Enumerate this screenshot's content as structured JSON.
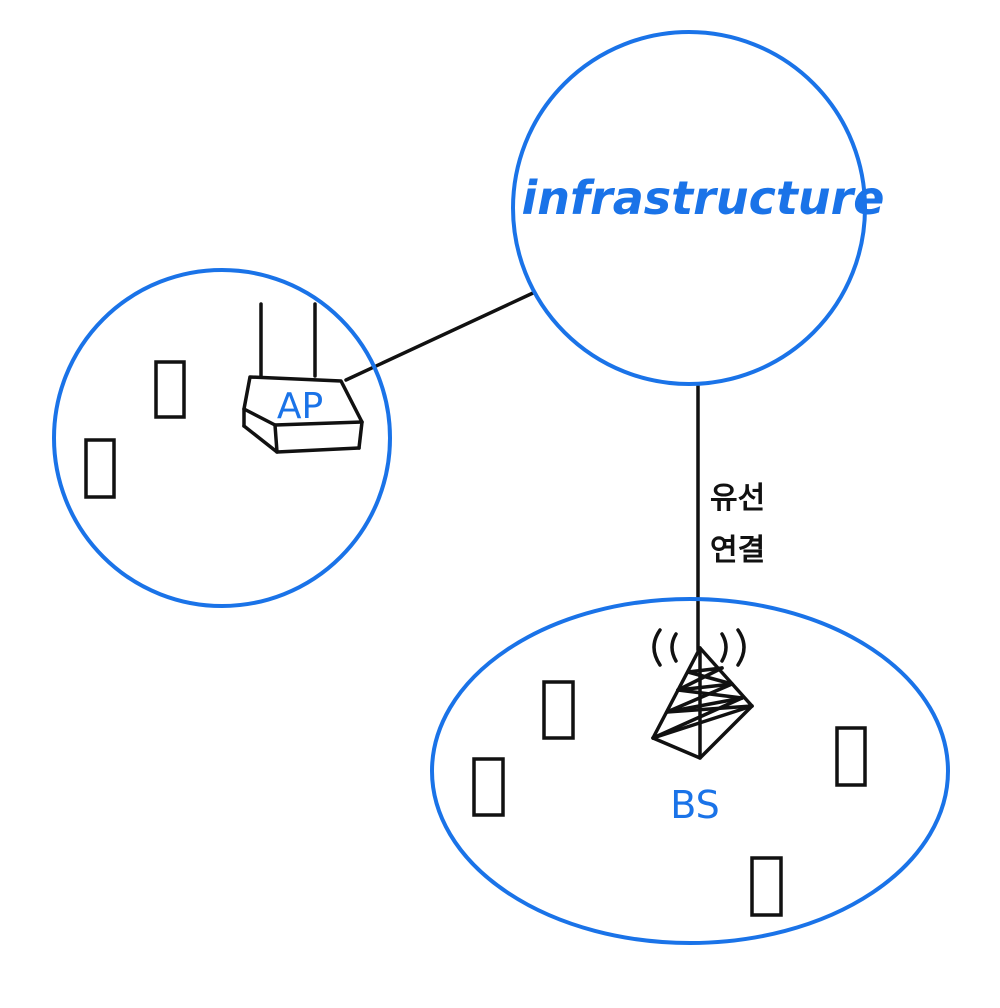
{
  "diagram": {
    "nodes": {
      "infrastructure": {
        "label": "infrastructure"
      },
      "access_point": {
        "label": "AP"
      },
      "base_station": {
        "label": "BS"
      }
    },
    "edges": {
      "infra_to_bs": {
        "label_line1": "유선",
        "label_line2": "연결"
      }
    },
    "colors": {
      "accent": "#1a73e8",
      "ink": "#111111"
    },
    "icons": {
      "router": "router-icon",
      "cell_tower": "cell-tower-icon",
      "signal": "signal-waves-icon",
      "device": "device-icon"
    }
  }
}
